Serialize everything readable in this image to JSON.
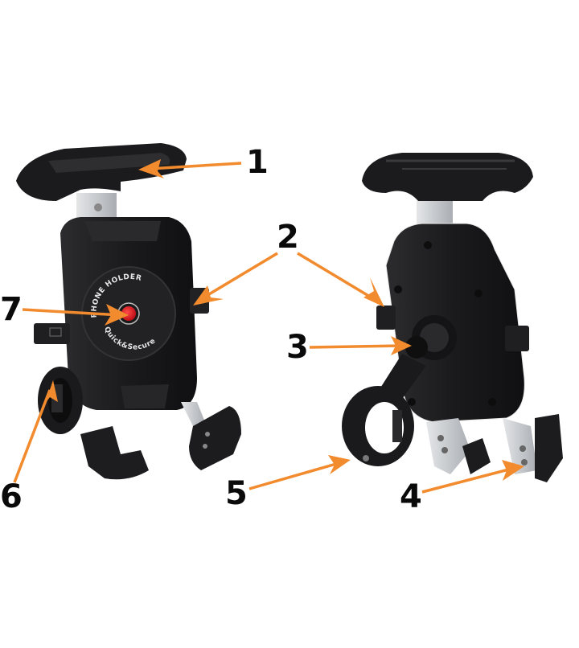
{
  "product": {
    "name": "Motorcycle phone holder",
    "views": [
      "front",
      "back"
    ],
    "badge": {
      "top_text": "PHONE HOLDER",
      "bottom_text": "Quick&Secure"
    }
  },
  "colors": {
    "background": "#ffffff",
    "arrow": "#f28a2e",
    "body": "#1c1c1e",
    "body_highlight": "#3a3a3c",
    "metal": "#c9ccd0",
    "button": "#e0242a",
    "label": "#0a0a0a"
  },
  "callouts": [
    {
      "number": "1",
      "target": "top clamp pad",
      "view": "front"
    },
    {
      "number": "2",
      "target": "side arm grips",
      "view": "both"
    },
    {
      "number": "3",
      "target": "ball joint knob",
      "view": "back"
    },
    {
      "number": "4",
      "target": "bottom claw screws",
      "view": "back"
    },
    {
      "number": "5",
      "target": "handlebar clamp hinge",
      "view": "back"
    },
    {
      "number": "6",
      "target": "handlebar clamp rubber insert",
      "view": "front"
    },
    {
      "number": "7",
      "target": "release button",
      "view": "front"
    }
  ]
}
